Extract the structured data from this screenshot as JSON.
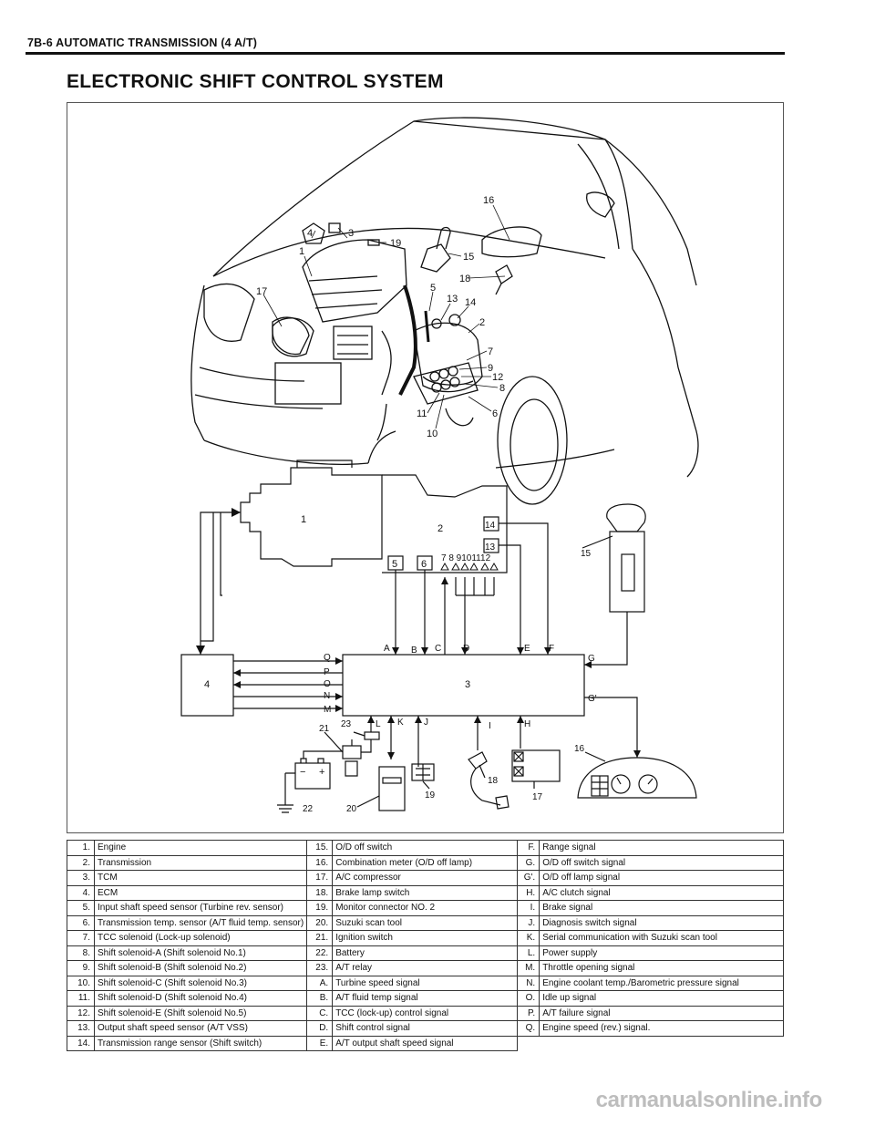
{
  "header": {
    "running_head": "7B-6 AUTOMATIC TRANSMISSION (4 A/T)"
  },
  "title": "ELECTRONIC SHIFT CONTROL SYSTEM",
  "figure": {
    "car_callouts": [
      "16",
      "4",
      "3",
      "19",
      "1",
      "15",
      "18",
      "17",
      "5",
      "13",
      "14",
      "2",
      "7",
      "9",
      "12",
      "8",
      "6",
      "11",
      "10"
    ],
    "block_labels": {
      "engine": "1",
      "transmission": "2",
      "tcm": "3",
      "ecm": "4",
      "sensor_5": "5",
      "sensor_6": "6",
      "sensor_13": "13",
      "sensor_14": "14",
      "solenoids": "7 8 9101112",
      "o_d_switch": "15",
      "meter": "16",
      "compressor": "17",
      "brake": "18",
      "monitor": "19",
      "scan_tool": "20",
      "ignition": "21",
      "battery": "22",
      "relay": "23"
    },
    "signal_letters": {
      "A": "A",
      "B": "B",
      "C": "C",
      "D": "D",
      "E": "E",
      "F": "F",
      "G": "G",
      "Gp": "G'",
      "H": "H",
      "I": "I",
      "J": "J",
      "K": "K",
      "L": "L",
      "M": "M",
      "N": "N",
      "O": "O",
      "P": "P",
      "Q": "Q"
    },
    "battery_signs": {
      "minus": "−",
      "plus": "+"
    }
  },
  "legend": {
    "rows": [
      [
        "1.",
        "Engine",
        "15.",
        "O/D off switch",
        "F.",
        "Range signal"
      ],
      [
        "2.",
        "Transmission",
        "16.",
        "Combination meter (O/D off lamp)",
        "G.",
        "O/D off switch signal"
      ],
      [
        "3.",
        "TCM",
        "17.",
        "A/C compressor",
        "G'.",
        "O/D off lamp signal"
      ],
      [
        "4.",
        "ECM",
        "18.",
        "Brake lamp switch",
        "H.",
        "A/C clutch signal"
      ],
      [
        "5.",
        "Input shaft speed sensor (Turbine rev. sensor)",
        "19.",
        "Monitor connector NO. 2",
        "I.",
        "Brake signal"
      ],
      [
        "6.",
        "Transmission temp. sensor (A/T fluid temp. sensor)",
        "20.",
        "Suzuki scan tool",
        "J.",
        "Diagnosis switch signal"
      ],
      [
        "7.",
        "TCC solenoid (Lock-up solenoid)",
        "21.",
        "Ignition switch",
        "K.",
        "Serial communication with Suzuki scan tool"
      ],
      [
        "8.",
        "Shift solenoid-A (Shift solenoid No.1)",
        "22.",
        "Battery",
        "L.",
        "Power supply"
      ],
      [
        "9.",
        "Shift solenoid-B (Shift solenoid No.2)",
        "23.",
        "A/T relay",
        "M.",
        "Throttle opening signal"
      ],
      [
        "10.",
        "Shift solenoid-C (Shift solenoid No.3)",
        "A.",
        "Turbine speed signal",
        "N.",
        "Engine coolant temp./Barometric pressure signal"
      ],
      [
        "11.",
        "Shift solenoid-D (Shift solenoid No.4)",
        "B.",
        "A/T fluid temp signal",
        "O.",
        "Idle up signal"
      ],
      [
        "12.",
        "Shift solenoid-E (Shift solenoid No.5)",
        "C.",
        "TCC (lock-up) control signal",
        "P.",
        "A/T failure signal"
      ],
      [
        "13.",
        "Output shaft speed sensor (A/T VSS)",
        "D.",
        "Shift control signal",
        "Q.",
        "Engine speed (rev.) signal."
      ],
      [
        "14.",
        "Transmission range sensor (Shift switch)",
        "E.",
        "A/T output shaft speed signal",
        "",
        ""
      ]
    ]
  },
  "watermark": "carmanualsonline.info"
}
